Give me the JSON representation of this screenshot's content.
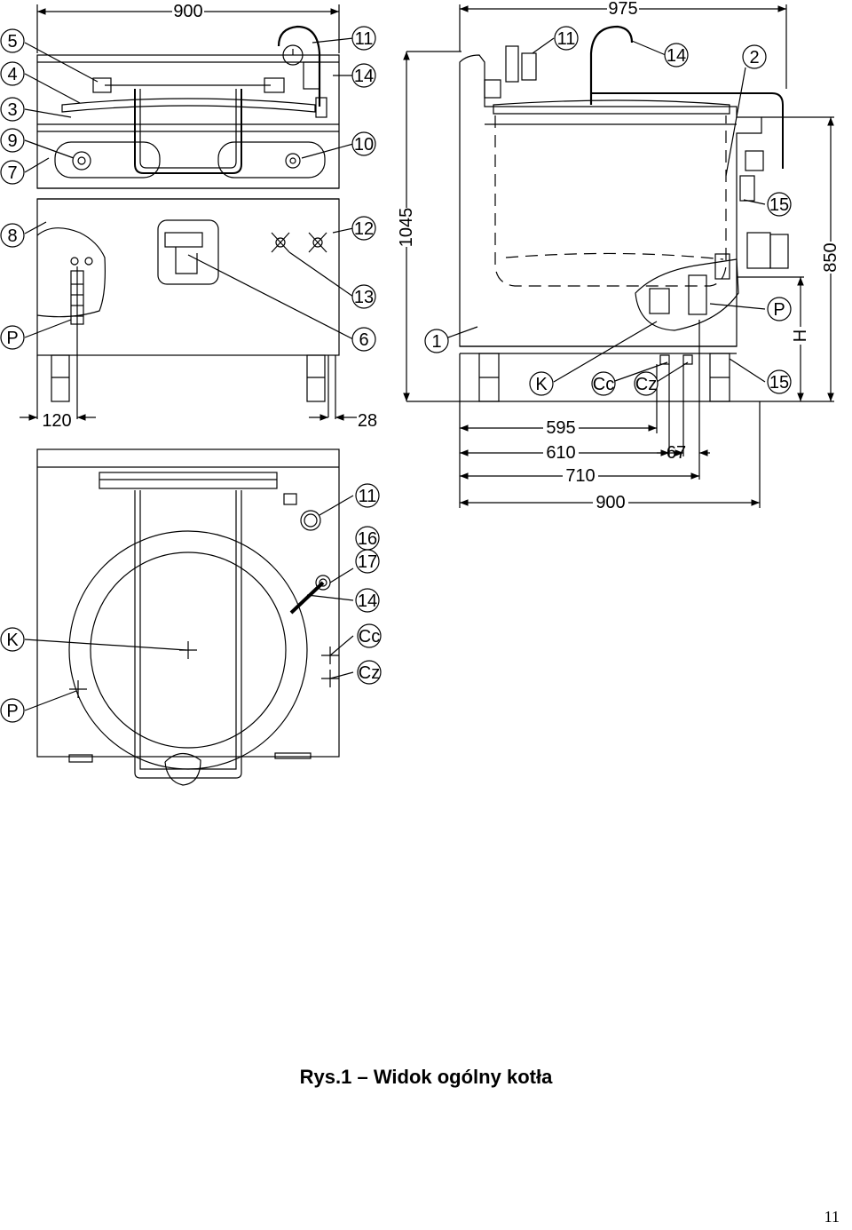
{
  "dimensions": {
    "front_width": "900",
    "side_depth": "975",
    "total_height": "1045",
    "work_height": "850",
    "h_label": "H",
    "left_offset": "120",
    "right_offset": "28",
    "d595": "595",
    "d610": "610",
    "d67": "67",
    "d710": "710",
    "d900b": "900"
  },
  "callouts": {
    "front": [
      "5",
      "4",
      "3",
      "9",
      "7",
      "8",
      "P",
      "11",
      "14",
      "10",
      "12",
      "13",
      "6"
    ],
    "side": [
      "11",
      "14",
      "2",
      "15",
      "P",
      "15",
      "1",
      "K",
      "Cc",
      "Cz"
    ],
    "top": [
      "11",
      "16",
      "17",
      "14",
      "K",
      "Cc",
      "Cz",
      "P"
    ]
  },
  "caption": "Rys.1 – Widok ogólny kotła",
  "page_number": "11"
}
